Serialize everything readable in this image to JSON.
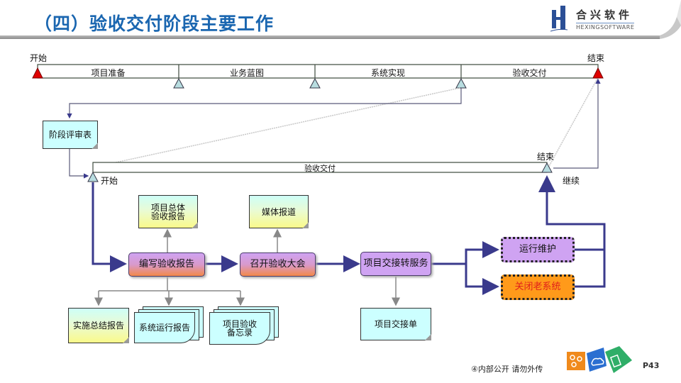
{
  "header": {
    "title": "（四）验收交付阶段主要工作",
    "logo_cn": "合兴软件",
    "logo_en": "HEXINGSOFTWARE",
    "title_color": "#1a66b0"
  },
  "master_timeline": {
    "start_label": "开始",
    "end_label": "结束",
    "segments": [
      "项目准备",
      "业务蓝图",
      "系统实现",
      "验收交付"
    ]
  },
  "sub_timeline": {
    "start_label": "开始",
    "end_label": "结束",
    "segment": "验收交付",
    "continue_label": "继续"
  },
  "documents": {
    "stage_review": "阶段评审表",
    "overall_report": [
      "项目总体",
      "验收报告"
    ],
    "media_report": "媒体报道",
    "implementation_summary": "实施总结报告",
    "system_operation_report": "系统运行报告",
    "acceptance_memo": [
      "项目验收",
      "备忘录"
    ],
    "handover_sheet": "项目交接单"
  },
  "processes": {
    "write_report": "编写验收报告",
    "acceptance_meeting": "召开验收大会",
    "handover_service": "项目交接转服务",
    "operation_maintenance": "运行维护",
    "close_old_system": "关闭老系统"
  },
  "footer": {
    "note": "④内部公开 请勿外传",
    "page": "P43"
  },
  "colors": {
    "flow_arrow": "#3a3a8c",
    "milestone_red": "#e00000",
    "milestone_cyan": "#b8dde0",
    "close_system_text": "#e0201b"
  }
}
